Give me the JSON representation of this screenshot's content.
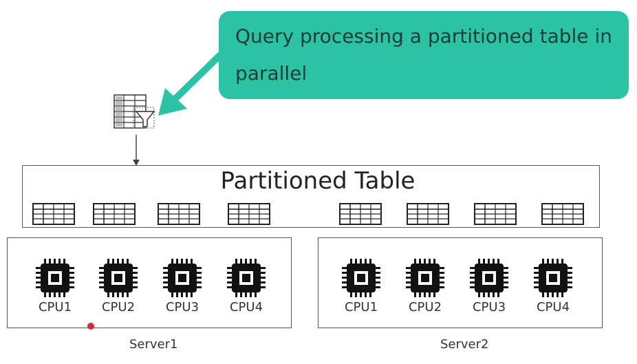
{
  "callout": {
    "text": "Query processing a partitioned table in parallel",
    "color": "#2cc3a5",
    "pointer_icon": "arrow-icon"
  },
  "query_icon": "query-filter-icon",
  "table": {
    "title": "Partitioned Table",
    "partition_count": 8,
    "partition_icon": "table-grid-icon"
  },
  "servers": [
    {
      "label": "Server1",
      "cpus": [
        "CPU1",
        "CPU2",
        "CPU3",
        "CPU4"
      ]
    },
    {
      "label": "Server2",
      "cpus": [
        "CPU1",
        "CPU2",
        "CPU3",
        "CPU4"
      ]
    }
  ],
  "cpu_icon": "cpu-chip-icon",
  "marker_color": "#d9273a"
}
